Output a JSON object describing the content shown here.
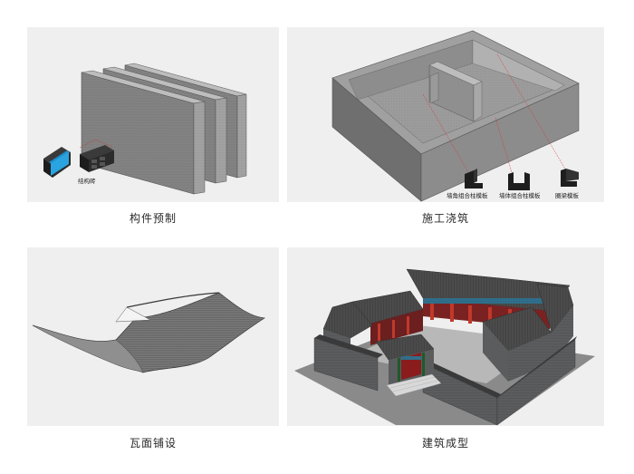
{
  "panels": [
    {
      "caption": "构件预制",
      "labels": {
        "brick": "结构砖"
      }
    },
    {
      "caption": "施工浇筑",
      "labels": {
        "corner_form": "墙角组合柱模板",
        "wall_form": "墙体组合柱模板",
        "beam_form": "圈梁模板"
      }
    },
    {
      "caption": "瓦面铺设"
    },
    {
      "caption": "建筑成型"
    }
  ]
}
